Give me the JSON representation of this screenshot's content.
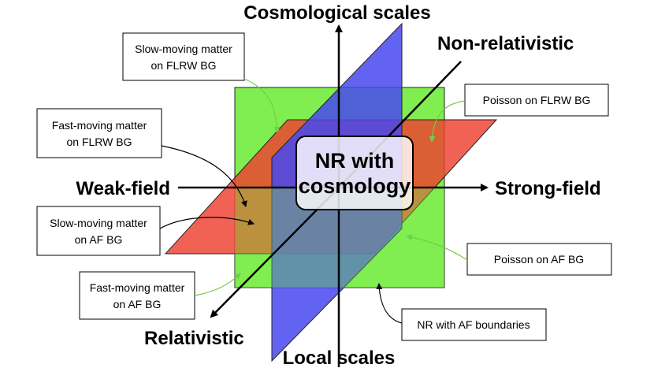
{
  "axes": {
    "top": "Cosmological scales",
    "bottom": "Local scales",
    "left": "Weak-field",
    "right": "Strong-field",
    "upper_right": "Non-relativistic",
    "lower_left": "Relativistic"
  },
  "center": {
    "line1": "NR with",
    "line2": "cosmology"
  },
  "annotations": {
    "slow_flrw": {
      "line1": "Slow-moving matter",
      "line2": "on FLRW BG"
    },
    "fast_flrw": {
      "line1": "Fast-moving matter",
      "line2": "on FLRW BG"
    },
    "slow_af": {
      "line1": "Slow-moving matter",
      "line2": "on AF BG"
    },
    "fast_af": {
      "line1": "Fast-moving matter",
      "line2": "on AF BG"
    },
    "poisson_flrw": {
      "line1": "Poisson on FLRW BG"
    },
    "poisson_af": {
      "line1": "Poisson on AF BG"
    },
    "nr_af": {
      "line1": "NR with AF boundaries"
    }
  },
  "colors": {
    "green_plane": "#80ee50",
    "red_plane": "#ee4030",
    "blue_plane": "#4848ee",
    "annotation_arrow_green": "#6ed04a"
  }
}
